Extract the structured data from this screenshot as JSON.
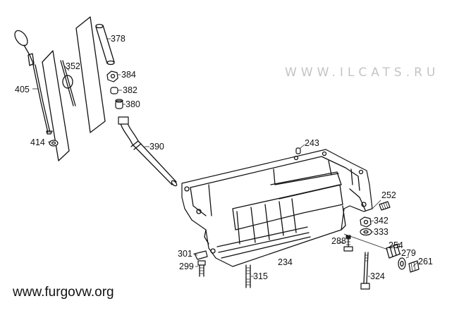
{
  "watermark": "WWW.ILCATS.RU",
  "site_url": "www.furgovw.org",
  "callouts": {
    "p405": "405",
    "p414": "414",
    "p352": "352",
    "p378": "378",
    "p384": "384",
    "p382": "382",
    "p380": "380",
    "p390": "390",
    "p243": "243",
    "p252": "252",
    "p342": "342",
    "p333": "333",
    "p288": "288",
    "p254": "254",
    "p279": "279",
    "p261": "261",
    "p301": "301",
    "p299": "299",
    "p315": "315",
    "p234": "234",
    "p324": "324"
  }
}
